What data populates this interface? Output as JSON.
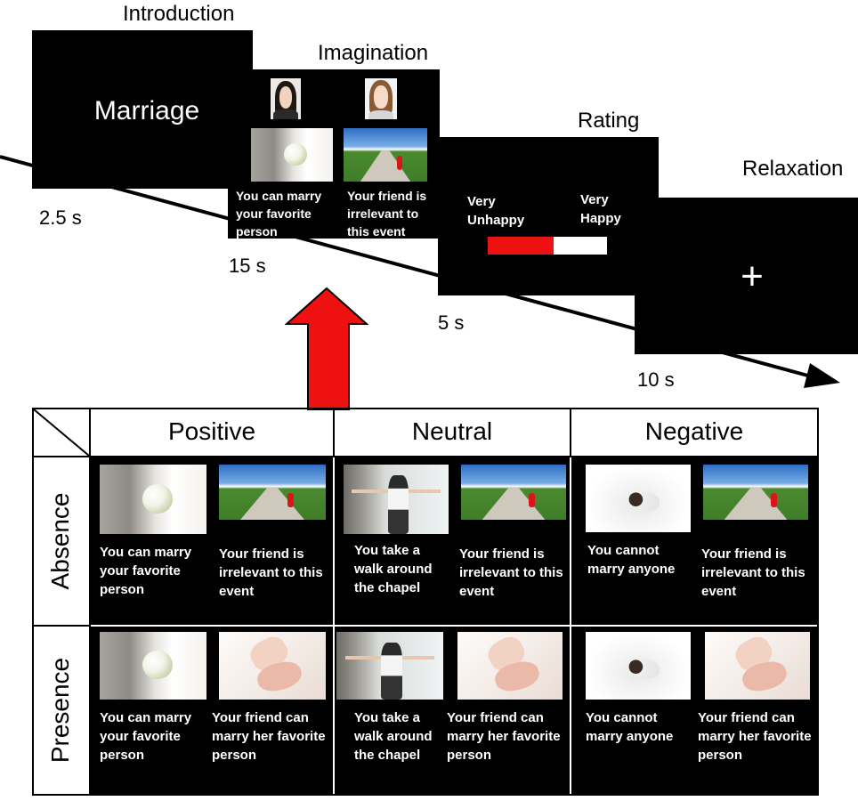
{
  "timeline": {
    "stages": [
      {
        "title": "Introduction",
        "duration": "2.5 s"
      },
      {
        "title": "Imagination",
        "duration": "15 s"
      },
      {
        "title": "Rating",
        "duration": "5 s"
      },
      {
        "title": "Relaxation",
        "duration": "10 s"
      }
    ],
    "intro_word": "Marriage",
    "imagination": {
      "left_caption": "You can marry your favorite person",
      "right_caption": "Your friend is irrelevant to this event"
    },
    "rating": {
      "left_label": "Very Unhappy",
      "right_label": "Very Happy",
      "bar_fill": 0.55,
      "bar_fill_color": "#ee1111"
    },
    "relaxation_symbol": "+",
    "arrow_color": "#ee1111"
  },
  "table": {
    "columns": [
      "Positive",
      "Neutral",
      "Negative"
    ],
    "rows": [
      "Absence",
      "Presence"
    ],
    "cells": [
      [
        {
          "left": "You can marry your favorite person",
          "right": "Your friend is irrelevant to this event"
        },
        {
          "left": "You take a walk around the chapel",
          "right": "Your friend is irrelevant to this event"
        },
        {
          "left": "You cannot marry anyone",
          "right": "Your friend is irrelevant to this event"
        }
      ],
      [
        {
          "left": "You can marry your favorite person",
          "right": "Your friend can marry her favorite person"
        },
        {
          "left": "You take a walk around the chapel",
          "right": "Your friend can marry her favorite person"
        },
        {
          "left": "You cannot marry anyone",
          "right": "Your friend can marry her favorite person"
        }
      ]
    ]
  }
}
